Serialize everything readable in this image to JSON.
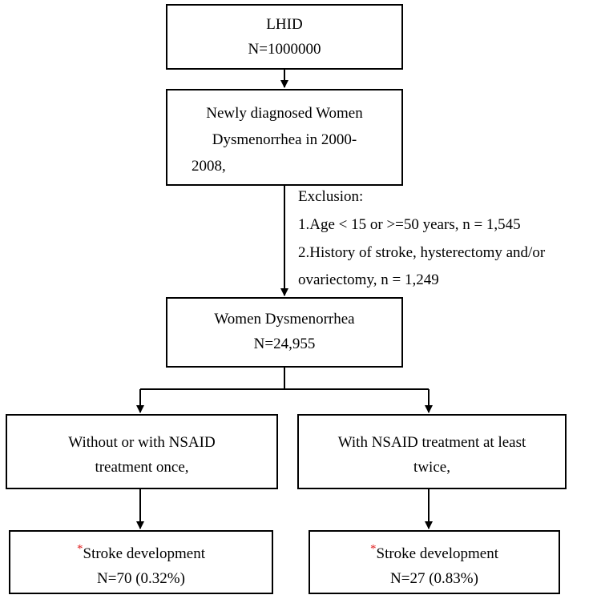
{
  "boxes": {
    "lhid": {
      "line1": "LHID",
      "line2": "N=1000000"
    },
    "newly_diagnosed": {
      "line1": "Newly diagnosed Women",
      "line2": "Dysmenorrhea  in 2000-",
      "line3": "2008,"
    },
    "women_dysmenorrhea": {
      "line1": "Women Dysmenorrhea",
      "line2": "N=24,955"
    },
    "without_nsaid": {
      "line1": "Without  or with NSAID",
      "line2": "treatment  once,"
    },
    "with_nsaid": {
      "line1": "With NSAID treatment  at least",
      "line2": "twice,"
    },
    "stroke_left": {
      "star": "*",
      "line1": "Stroke development",
      "line2": "N=70 (0.32%)"
    },
    "stroke_right": {
      "star": "*",
      "line1": "Stroke development",
      "line2": "N=27 (0.83%)"
    }
  },
  "exclusion": {
    "title": "Exclusion:",
    "item1": "1.Age  < 15 or >=50 years,  n = 1,545",
    "item2": "2.History  of stroke, hysterectomy  and/or",
    "item2_cont": "ovariectomy,  n = 1,249"
  },
  "colors": {
    "line": "#000000",
    "asterisk": "#e02020",
    "background": "#ffffff"
  }
}
